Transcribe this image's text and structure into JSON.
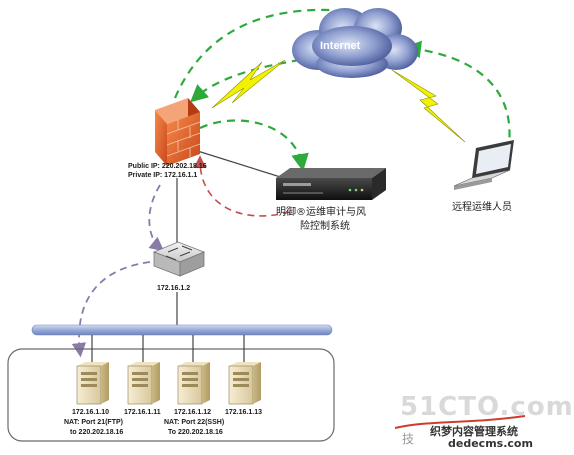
{
  "internet": {
    "label": "Internet"
  },
  "firewall": {
    "public_ip": "Public IP: 220.202.18.16",
    "private_ip": "Private IP: 172.16.1.1"
  },
  "audit_device": {
    "label_line1": "明御®运维审计与风",
    "label_line2": "险控制系统"
  },
  "remote_user": {
    "label": "远程运维人员"
  },
  "switch": {
    "ip": "172.16.1.2"
  },
  "servers": [
    {
      "ip": "172.16.1.10",
      "nat_line1": "NAT: Port 21(FTP)",
      "nat_line2": "to 220.202.18.16"
    },
    {
      "ip": "172.16.1.11"
    },
    {
      "ip": "172.16.1.12",
      "nat_line1": "NAT: Port 22(SSH)",
      "nat_line2": "To 220.202.18.16"
    },
    {
      "ip": "172.16.1.13"
    }
  ],
  "watermark": {
    "brand": "51CTO.com",
    "tagline": "织梦内容管理系统",
    "url": "dedecms.com",
    "tech": "技"
  },
  "colors": {
    "green_flow": "#2eaa3c",
    "red_flow": "#c0504d",
    "purple_flow": "#8a7aa8",
    "lightning": "#f2f200",
    "firewall": "#e8622a",
    "bus": "#9fb0d8"
  }
}
